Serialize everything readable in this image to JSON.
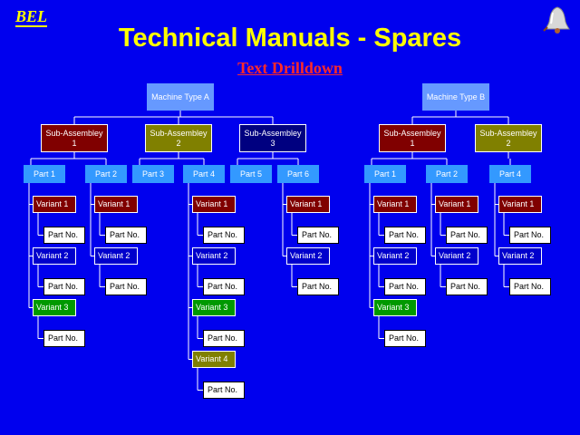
{
  "header": {
    "logo": "BEL",
    "title": "Technical Manuals  - Spares",
    "subtitle": "Text Drilldown"
  },
  "colors": {
    "background": "#0000ee",
    "title": "#ffff00",
    "subtitle": "#ff2a2a",
    "machine": "#6699ff",
    "part": "#3399ff",
    "maroon": "#800000",
    "olive": "#808000",
    "navy": "#000080",
    "green": "#009900"
  },
  "trees": [
    {
      "machine": "Machine Type A",
      "subs": [
        {
          "label": "Sub-Assembley 1",
          "color": "maroon",
          "parts": [
            {
              "label": "Part 1",
              "variants": [
                {
                  "label": "Variant 1",
                  "color": "maroon",
                  "child": "Part No."
                },
                {
                  "label": "Variant 2",
                  "color": "navy",
                  "child": "Part No."
                },
                {
                  "label": "Variant 3",
                  "color": "green",
                  "child": "Part No."
                }
              ]
            },
            {
              "label": "Part 2",
              "variants": [
                {
                  "label": "Variant 1",
                  "color": "maroon",
                  "child": "Part No."
                },
                {
                  "label": "Variant 2",
                  "color": "navy",
                  "child": "Part No."
                }
              ]
            }
          ]
        },
        {
          "label": "Sub-Assembley 2",
          "color": "olive",
          "parts": [
            {
              "label": "Part 3",
              "variants": []
            },
            {
              "label": "Part 4",
              "variants": [
                {
                  "label": "Variant 1",
                  "color": "maroon",
                  "child": "Part No."
                },
                {
                  "label": "Variant 2",
                  "color": "navy",
                  "child": "Part No."
                },
                {
                  "label": "Variant 3",
                  "color": "green",
                  "child": "Part No."
                },
                {
                  "label": "Variant 4",
                  "color": "olive",
                  "child": "Part No."
                }
              ]
            }
          ]
        },
        {
          "label": "Sub-Assembley 3",
          "color": "navy",
          "parts": [
            {
              "label": "Part 5",
              "variants": []
            },
            {
              "label": "Part 6",
              "variants": [
                {
                  "label": "Variant 1",
                  "color": "maroon",
                  "child": "Part No."
                },
                {
                  "label": "Variant 2",
                  "color": "navy",
                  "child": "Part No."
                }
              ]
            }
          ]
        }
      ]
    },
    {
      "machine": "Machine Type B",
      "subs": [
        {
          "label": "Sub-Assembley 1",
          "color": "maroon",
          "parts": [
            {
              "label": "Part 1",
              "variants": [
                {
                  "label": "Variant 1",
                  "color": "maroon",
                  "child": "Part No."
                },
                {
                  "label": "Variant 2",
                  "color": "navy",
                  "child": "Part No."
                },
                {
                  "label": "Variant 3",
                  "color": "green",
                  "child": "Part No."
                }
              ]
            },
            {
              "label": "Part 2",
              "variants": [
                {
                  "label": "Variant 1",
                  "color": "maroon",
                  "child": "Part No."
                },
                {
                  "label": "Variant 2",
                  "color": "navy",
                  "child": "Part No."
                }
              ]
            }
          ]
        },
        {
          "label": "Sub-Assembley 2",
          "color": "olive",
          "parts": [
            {
              "label": "Part 4",
              "variants": [
                {
                  "label": "Variant 1",
                  "color": "maroon",
                  "child": "Part No."
                },
                {
                  "label": "Variant 2",
                  "color": "navy",
                  "child": "Part No."
                }
              ]
            }
          ]
        }
      ]
    }
  ]
}
